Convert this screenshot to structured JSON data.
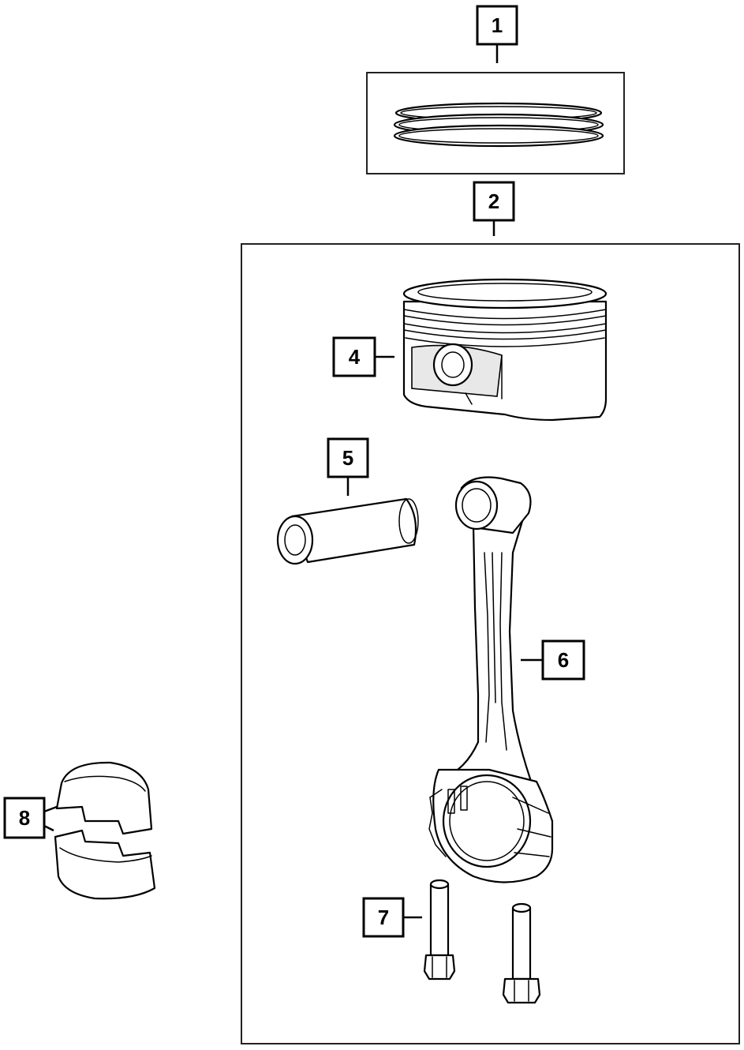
{
  "callouts": [
    {
      "id": "callout-1",
      "label": "1"
    },
    {
      "id": "callout-2",
      "label": "2"
    },
    {
      "id": "callout-4",
      "label": "4"
    },
    {
      "id": "callout-5",
      "label": "5"
    },
    {
      "id": "callout-6",
      "label": "6"
    },
    {
      "id": "callout-7",
      "label": "7"
    },
    {
      "id": "callout-8",
      "label": "8"
    }
  ],
  "colors": {
    "line": "#000000",
    "background": "#ffffff"
  },
  "parts": [
    "piston-ring-set",
    "piston-assembly",
    "piston",
    "piston-pin",
    "connecting-rod",
    "connecting-rod-bolts",
    "connecting-rod-bearing"
  ]
}
